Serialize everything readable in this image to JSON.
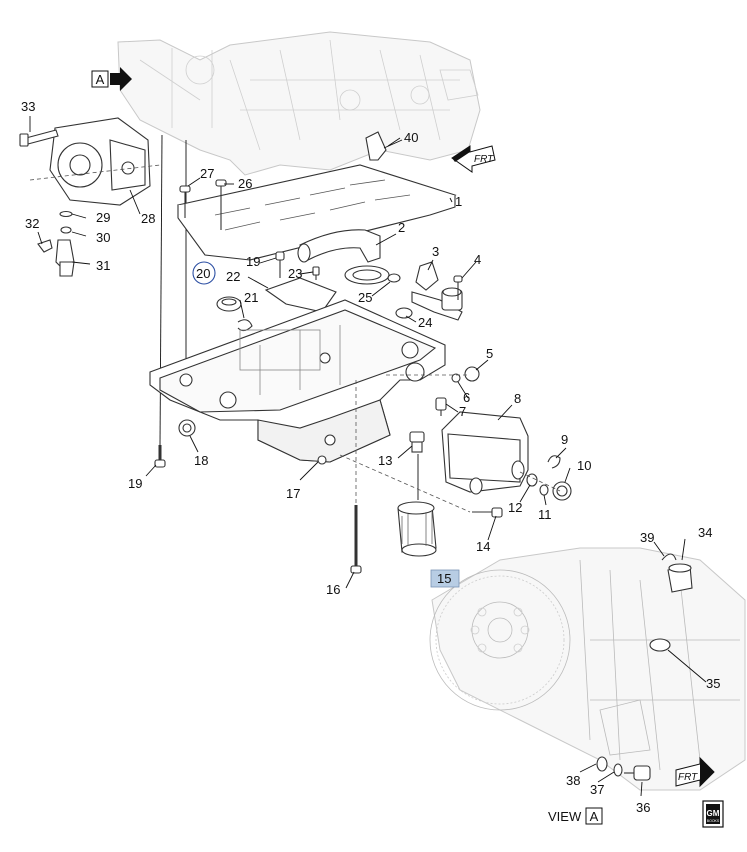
{
  "callouts": [
    {
      "id": "c1",
      "text": "1"
    },
    {
      "id": "c2",
      "text": "2"
    },
    {
      "id": "c3",
      "text": "3"
    },
    {
      "id": "c4",
      "text": "4"
    },
    {
      "id": "c5",
      "text": "5"
    },
    {
      "id": "c6",
      "text": "6"
    },
    {
      "id": "c7",
      "text": "7"
    },
    {
      "id": "c8",
      "text": "8"
    },
    {
      "id": "c9",
      "text": "9"
    },
    {
      "id": "c10",
      "text": "10"
    },
    {
      "id": "c11",
      "text": "11"
    },
    {
      "id": "c12",
      "text": "12"
    },
    {
      "id": "c13",
      "text": "13"
    },
    {
      "id": "c14",
      "text": "14"
    },
    {
      "id": "c15",
      "text": "15"
    },
    {
      "id": "c16",
      "text": "16"
    },
    {
      "id": "c17",
      "text": "17"
    },
    {
      "id": "c18",
      "text": "18"
    },
    {
      "id": "c19a",
      "text": "19"
    },
    {
      "id": "c19b",
      "text": "19"
    },
    {
      "id": "c20",
      "text": "20"
    },
    {
      "id": "c21",
      "text": "21"
    },
    {
      "id": "c22",
      "text": "22"
    },
    {
      "id": "c23",
      "text": "23"
    },
    {
      "id": "c24",
      "text": "24"
    },
    {
      "id": "c25",
      "text": "25"
    },
    {
      "id": "c26",
      "text": "26"
    },
    {
      "id": "c27",
      "text": "27"
    },
    {
      "id": "c28",
      "text": "28"
    },
    {
      "id": "c29",
      "text": "29"
    },
    {
      "id": "c30",
      "text": "30"
    },
    {
      "id": "c31",
      "text": "31"
    },
    {
      "id": "c32",
      "text": "32"
    },
    {
      "id": "c33",
      "text": "33"
    },
    {
      "id": "c34",
      "text": "34"
    },
    {
      "id": "c35",
      "text": "35"
    },
    {
      "id": "c36",
      "text": "36"
    },
    {
      "id": "c37",
      "text": "37"
    },
    {
      "id": "c38",
      "text": "38"
    },
    {
      "id": "c39",
      "text": "39"
    },
    {
      "id": "c40",
      "text": "40"
    }
  ],
  "view_marker": {
    "letter": "A"
  },
  "view_label": {
    "text": "VIEW",
    "letter": "A"
  },
  "front_arrow": {
    "text": "FRT"
  },
  "logo": {
    "top": "GM",
    "bottom": "BOOKS"
  },
  "colors": {
    "highlight_fill": "#b8cde4",
    "circle_stroke": "#2c4fa3",
    "line": "#111111"
  }
}
